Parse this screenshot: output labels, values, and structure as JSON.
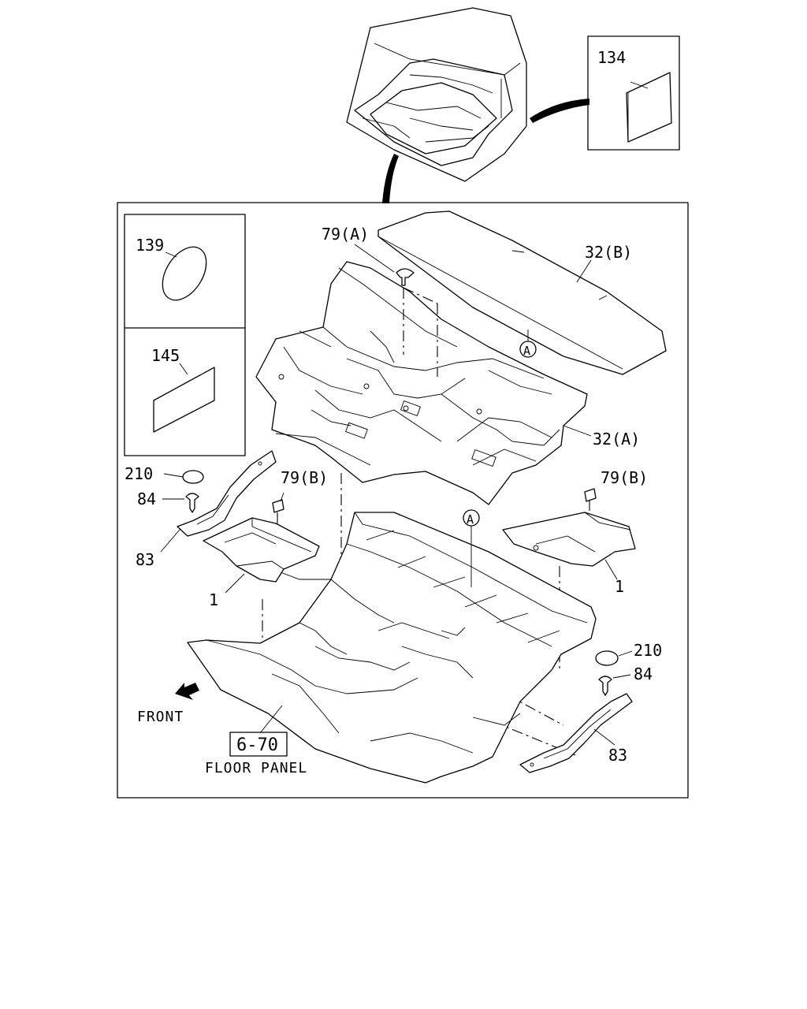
{
  "callouts": {
    "p134": "134",
    "p139": "139",
    "p145": "145",
    "p79a": "79(A)",
    "p32b": "32(B)",
    "p32a": "32(A)",
    "p210_left": "210",
    "p84_left": "84",
    "p83_left": "83",
    "p79b_left": "79(B)",
    "p1_left": "1",
    "p79b_right": "79(B)",
    "p1_right": "1",
    "p210_right": "210",
    "p84_right": "84",
    "p83_right": "83",
    "ref_a_upper": "A",
    "ref_a_lower": "A"
  },
  "front_label": "FRONT",
  "reference": {
    "code": "6-70",
    "name": "FLOOR PANEL"
  }
}
